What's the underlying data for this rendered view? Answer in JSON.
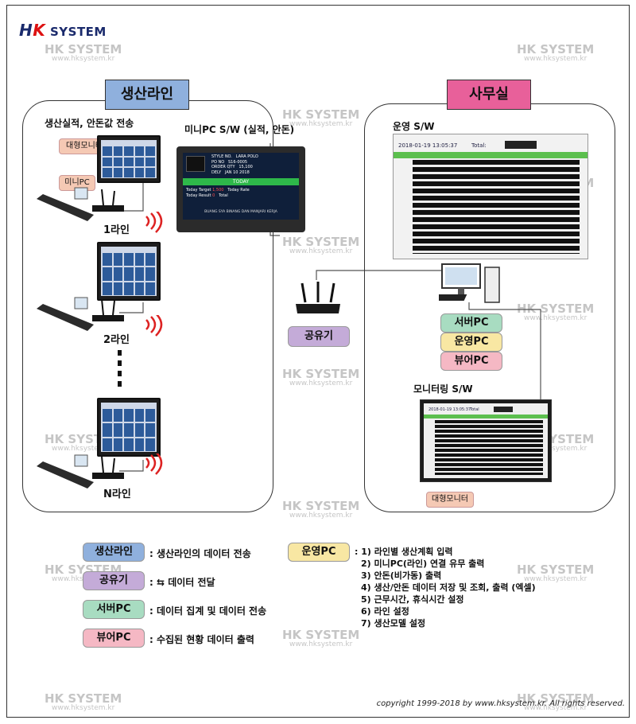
{
  "brand": {
    "logo": "HK SYSTEM",
    "watermark_main": "HK SYSTEM",
    "watermark_url": "www.hksystem.kr"
  },
  "production": {
    "title": "생산라인",
    "subtitle": "생산실적, 안돈값 전송",
    "tag_monitor": "대형모니터",
    "tag_minipc": "미니PC",
    "lines": [
      "1라인",
      "2라인",
      "N라인"
    ],
    "minipc_caption": "미니PC S/W (실적, 안돈)"
  },
  "office": {
    "title": "사무실",
    "ops_sw": "운영 S/W",
    "monitoring_sw": "모니터링 S/W",
    "tag_monitor": "대형모니터",
    "pcs": [
      "서버PC",
      "운영PC",
      "뷰어PC"
    ]
  },
  "router_label": "공유기",
  "minipc_screen": {
    "rows": [
      "STYLE NO.",
      "PO NO",
      "ORDER QTY",
      "DELY"
    ],
    "vals": [
      "LARA POLO",
      "S16-0005",
      "15,100",
      "JAN 10 2018"
    ],
    "today": "TODAY",
    "target_label": "Today Target",
    "target_val": "1,500",
    "rate_label": "Today Rate",
    "result_label": "Today Result",
    "result_val": "0",
    "ticket_label": "Total",
    "footer": "BUANG SYA BINANG DAN MANJARI KERJA"
  },
  "ops_screen": {
    "date": "2018-01-19 13:05:37",
    "total_label": "Total:"
  },
  "mon_screen": {
    "date": "2018-01-19 13:05:37",
    "total_label": "Total"
  },
  "legend": [
    {
      "tag": "생산라인",
      "desc": ": 생산라인의 데이터 전송",
      "color": "#8fb0dd"
    },
    {
      "tag": "공유기",
      "desc": ": ⇆ 데이터 전달",
      "color": "#c4abd8"
    },
    {
      "tag": "서버PC",
      "desc": ": 데이터 집계 및 데이터 전송",
      "color": "#a8dcc1"
    },
    {
      "tag": "뷰어PC",
      "desc": ": 수집된 현황 데이터 출력",
      "color": "#f5b8c4"
    }
  ],
  "ops_legend": {
    "tag": "운영PC",
    "color": "#f8e7a3",
    "items": [
      ": 1) 라인별 생산계획 입력",
      "2) 미니PC(라인) 연결 유무 출력",
      "3) 안돈(비가동) 출력",
      "4) 생산/안돈 데이터 저장 및 조회, 출력 (엑셀)",
      "5) 근무시간, 휴식시간 설정",
      "6) 라인 설정",
      "7) 생산모델 설정"
    ]
  },
  "copyright": "copyright 1999-2018 by www.hksystem.kr. All rights reserved.",
  "colors": {
    "blue": "#8fb0dd",
    "pink": "#e8609a",
    "green": "#a8dcc1",
    "yellow": "#f8e7a3",
    "viewer": "#f5b8c4",
    "purple": "#c4abd8"
  }
}
